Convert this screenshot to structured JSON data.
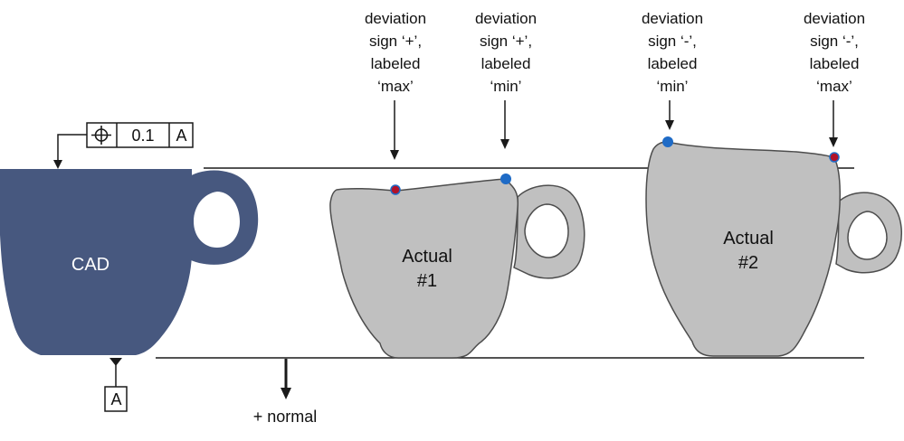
{
  "colors": {
    "cad_fill": "#47587f",
    "actual_fill": "#c0c0c0",
    "actual_stroke": "#4d4d4d",
    "line": "#1a1a1a",
    "point_red": "#b0122a",
    "point_blue": "#1f6bc6"
  },
  "annotations": [
    {
      "line1": "deviation",
      "line2": "sign ‘+’,",
      "line3": "labeled",
      "line4": "‘max’"
    },
    {
      "line1": "deviation",
      "line2": "sign ‘+’,",
      "line3": "labeled",
      "line4": "‘min’"
    },
    {
      "line1": "deviation",
      "line2": "sign ‘-’,",
      "line3": "labeled",
      "line4": "‘min’"
    },
    {
      "line1": "deviation",
      "line2": "sign ‘-’,",
      "line3": "labeled",
      "line4": "‘max’"
    }
  ],
  "cups": {
    "cad": {
      "label": "CAD"
    },
    "actual1": {
      "line1": "Actual",
      "line2": "#1"
    },
    "actual2": {
      "line1": "Actual",
      "line2": "#2"
    }
  },
  "feature_control_frame": {
    "symbol": "position-icon",
    "tolerance": "0.1",
    "datum": "A"
  },
  "datum_feature": {
    "label": "A"
  },
  "normal_label": "+ normal"
}
